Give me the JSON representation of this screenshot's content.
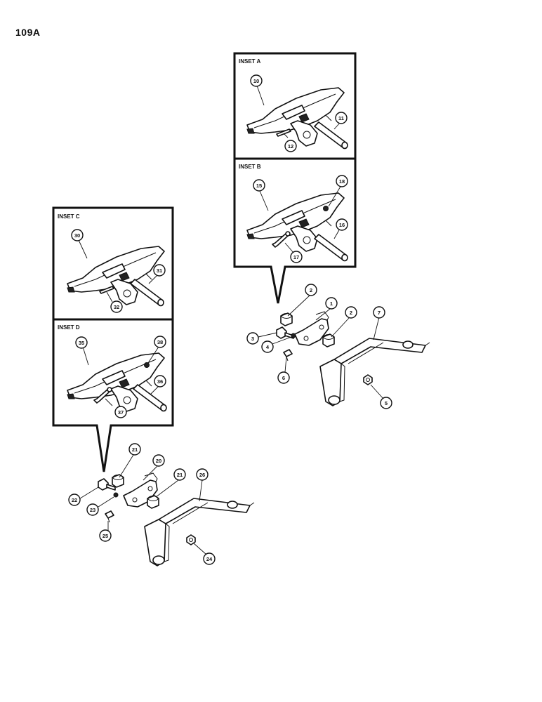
{
  "page": {
    "number": "109A"
  },
  "insets": [
    {
      "id": "A",
      "label": "INSET A"
    },
    {
      "id": "B",
      "label": "INSET B"
    },
    {
      "id": "C",
      "label": "INSET C"
    },
    {
      "id": "D",
      "label": "INSET D"
    }
  ],
  "callouts": {
    "c1": "1",
    "c2a": "2",
    "c2b": "2",
    "c3": "3",
    "c4": "4",
    "c5": "5",
    "c6": "6",
    "c7": "7",
    "c10": "10",
    "c11": "11",
    "c12": "12",
    "c15": "15",
    "c16": "16",
    "c17": "17",
    "c18": "18",
    "c20": "20",
    "c21a": "21",
    "c21b": "21",
    "c22": "22",
    "c23": "23",
    "c24": "24",
    "c25": "25",
    "c26": "26",
    "c30": "30",
    "c31": "31",
    "c32": "32",
    "c35": "35",
    "c36": "36",
    "c37": "37",
    "c38": "38"
  }
}
